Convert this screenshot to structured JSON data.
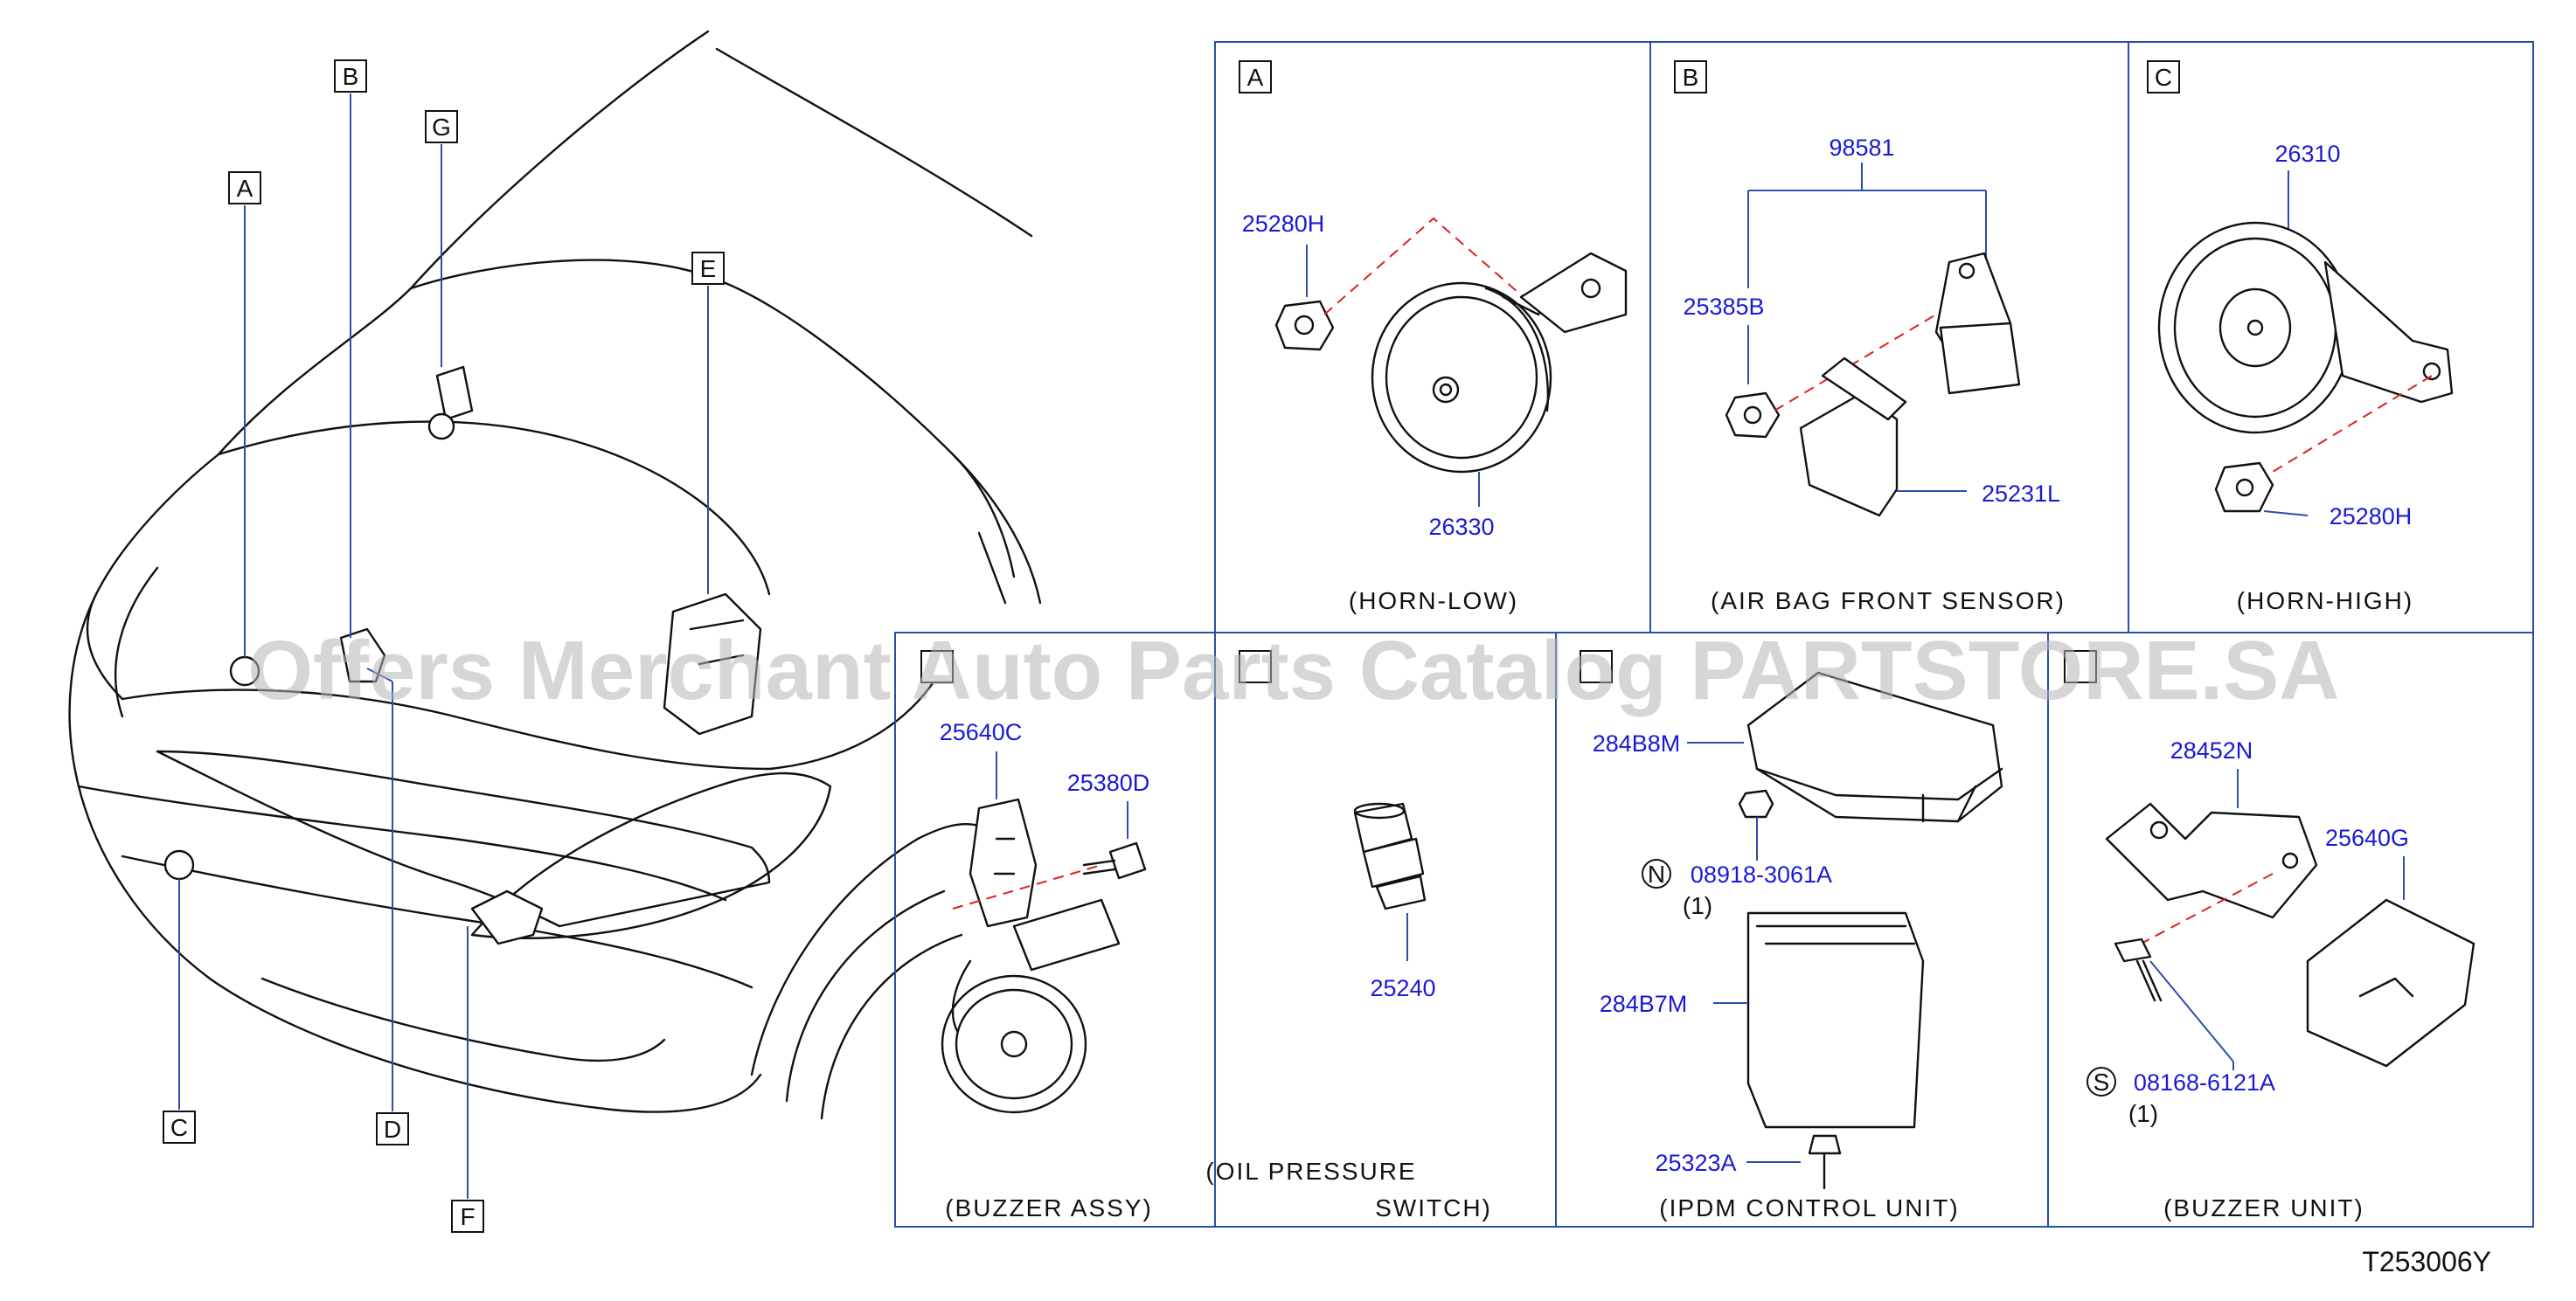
{
  "overview": {
    "callouts": [
      "A",
      "B",
      "G",
      "E",
      "C",
      "D",
      "F"
    ]
  },
  "panels": [
    {
      "letter": "A",
      "caption": "(HORN-LOW)",
      "parts": [
        "25280H",
        "26330"
      ]
    },
    {
      "letter": "B",
      "caption": "(AIR BAG FRONT SENSOR)",
      "parts": [
        "98581",
        "25385B",
        "25231L"
      ]
    },
    {
      "letter": "C",
      "caption": "(HORN-HIGH)",
      "parts": [
        "26310",
        "25280H"
      ]
    },
    {
      "letter": "",
      "caption": "(BUZZER ASSY)",
      "parts": [
        "25640C",
        "25380D"
      ]
    },
    {
      "letter": "",
      "caption_lines": [
        "(OIL PRESSURE",
        "SWITCH)"
      ],
      "parts": [
        "25240"
      ]
    },
    {
      "letter": "",
      "caption": "(IPDM CONTROL UNIT)",
      "parts": [
        "284B8M",
        "08918-3061A",
        "(1)",
        "284B7M",
        "25323A"
      ],
      "prefix": "N"
    },
    {
      "letter": "",
      "caption": "(BUZZER UNIT)",
      "parts": [
        "28452N",
        "25640G",
        "08168-6121A",
        "(1)"
      ],
      "prefix": "S"
    }
  ],
  "diagram_code": "T253006Y",
  "watermark": "Offers Merchant Auto Parts Catalog PARTSTORE.SA"
}
